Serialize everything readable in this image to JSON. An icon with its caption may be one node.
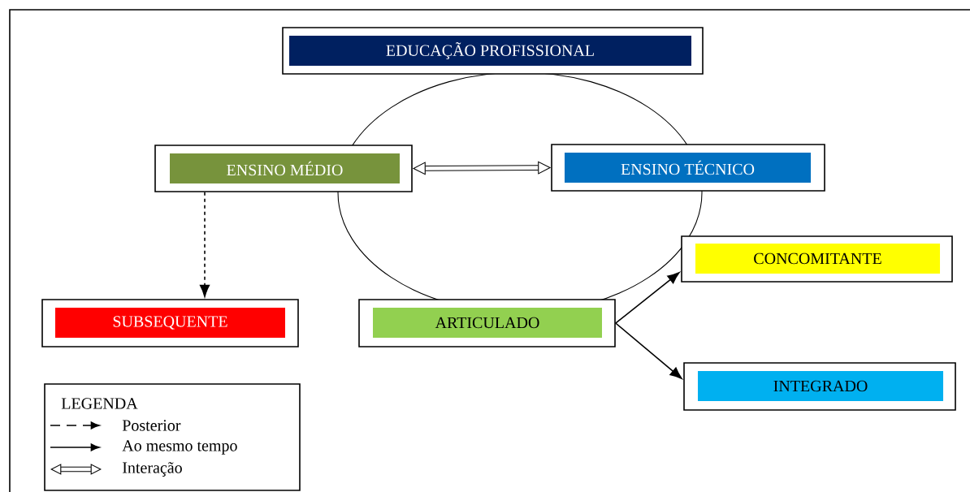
{
  "diagram": {
    "nodes": [
      {
        "text": [
          "EDUCAÇÃO PROFISSIONAL"
        ]
      },
      {
        "text": [
          "ENSINO MÉDIO"
        ]
      },
      {
        "text": [
          "ENSINO TÉCNICO"
        ]
      },
      {
        "text": [
          "CONCOMITANTE"
        ]
      },
      {
        "text": [
          "SUBSEQUENTE"
        ]
      },
      {
        "text": [
          "ARTICULADO"
        ]
      },
      {
        "text": [
          "INTEGRADO"
        ]
      }
    ],
    "edges": [
      {
        "from": 1,
        "to": 2,
        "arrow": "both",
        "style": "thick"
      },
      {
        "from": 1,
        "to": 4,
        "arrow": "to",
        "style": "dashed"
      },
      {
        "from": 5,
        "to": 3,
        "arrow": "to"
      },
      {
        "from": 5,
        "to": 6,
        "arrow": "to"
      }
    ],
    "labels": [
      "LEGENDA"
    ],
    "legend": [
      {
        "text": "Posterior"
      },
      {
        "text": "Ao mesmo tempo"
      },
      {
        "text": "Interação"
      }
    ]
  }
}
